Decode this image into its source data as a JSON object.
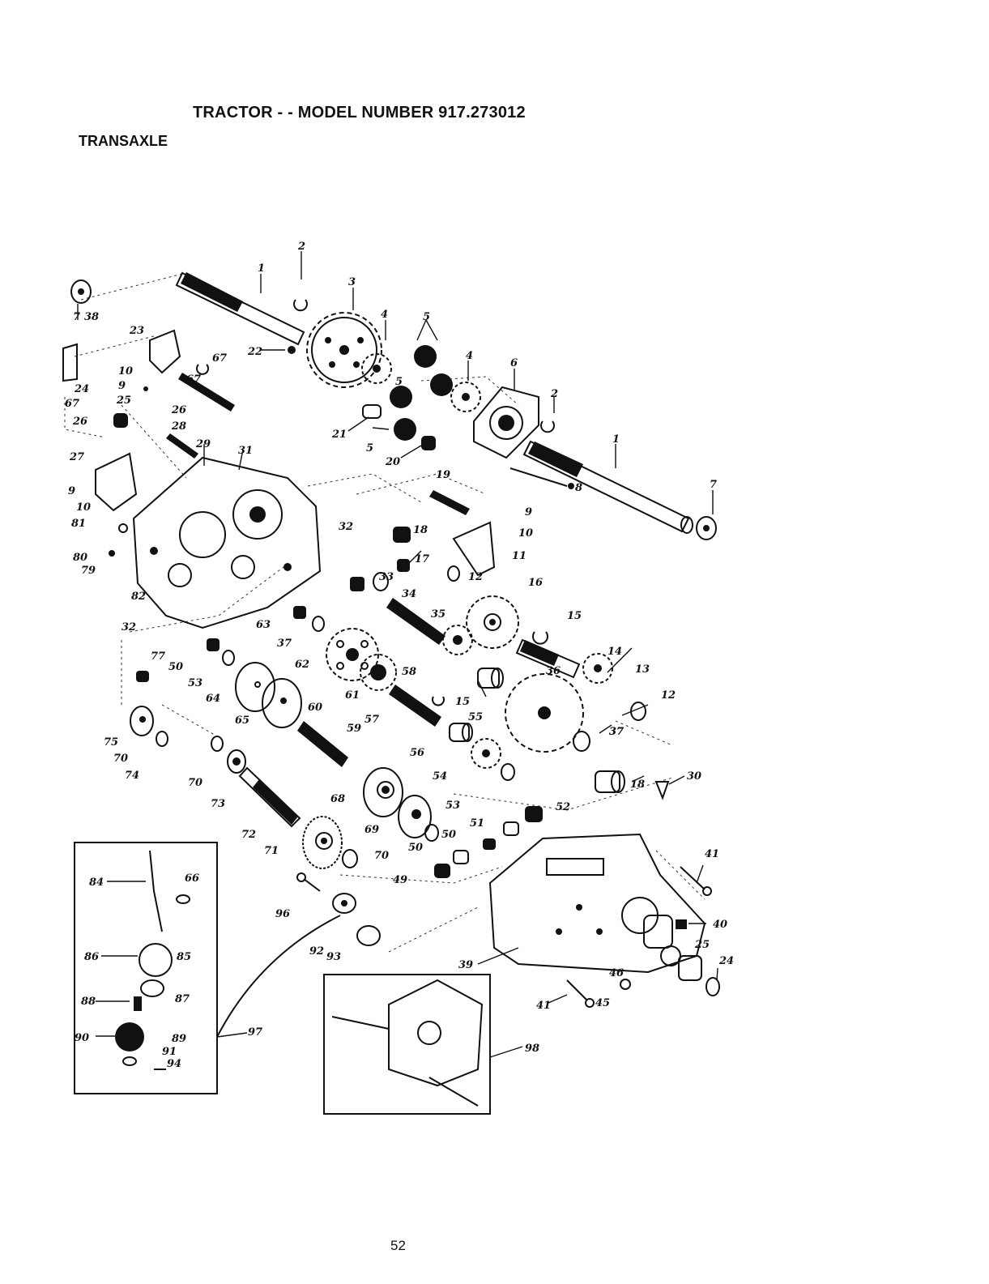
{
  "header": {
    "title": "TRACTOR - - MODEL NUMBER 917.273012",
    "section": "TRANSAXLE"
  },
  "footer": {
    "page_number": "52"
  },
  "callouts": [
    {
      "label": "1"
    },
    {
      "label": "2"
    },
    {
      "label": "3"
    },
    {
      "label": "4"
    },
    {
      "label": "5"
    },
    {
      "label": "5"
    },
    {
      "label": "4"
    },
    {
      "label": "6"
    },
    {
      "label": "2"
    },
    {
      "label": "1"
    },
    {
      "label": "7"
    },
    {
      "label": "7"
    },
    {
      "label": "38"
    },
    {
      "label": "23"
    },
    {
      "label": "10"
    },
    {
      "label": "9"
    },
    {
      "label": "24"
    },
    {
      "label": "67"
    },
    {
      "label": "25"
    },
    {
      "label": "26"
    },
    {
      "label": "67"
    },
    {
      "label": "26"
    },
    {
      "label": "28"
    },
    {
      "label": "29"
    },
    {
      "label": "27"
    },
    {
      "label": "9"
    },
    {
      "label": "10"
    },
    {
      "label": "81"
    },
    {
      "label": "80"
    },
    {
      "label": "79"
    },
    {
      "label": "82"
    },
    {
      "label": "32"
    },
    {
      "label": "31"
    },
    {
      "label": "22"
    },
    {
      "label": "67"
    },
    {
      "label": "21"
    },
    {
      "label": "5"
    },
    {
      "label": "20"
    },
    {
      "label": "19"
    },
    {
      "label": "8"
    },
    {
      "label": "9"
    },
    {
      "label": "10"
    },
    {
      "label": "11"
    },
    {
      "label": "18"
    },
    {
      "label": "17"
    },
    {
      "label": "32"
    },
    {
      "label": "33"
    },
    {
      "label": "34"
    },
    {
      "label": "35"
    },
    {
      "label": "12"
    },
    {
      "label": "16"
    },
    {
      "label": "15"
    },
    {
      "label": "14"
    },
    {
      "label": "13"
    },
    {
      "label": "12"
    },
    {
      "label": "36"
    },
    {
      "label": "37"
    },
    {
      "label": "63"
    },
    {
      "label": "37"
    },
    {
      "label": "62"
    },
    {
      "label": "77"
    },
    {
      "label": "50"
    },
    {
      "label": "53"
    },
    {
      "label": "64"
    },
    {
      "label": "65"
    },
    {
      "label": "61"
    },
    {
      "label": "60"
    },
    {
      "label": "58"
    },
    {
      "label": "15"
    },
    {
      "label": "57"
    },
    {
      "label": "59"
    },
    {
      "label": "55"
    },
    {
      "label": "37"
    },
    {
      "label": "56"
    },
    {
      "label": "54"
    },
    {
      "label": "18"
    },
    {
      "label": "30"
    },
    {
      "label": "75"
    },
    {
      "label": "70"
    },
    {
      "label": "74"
    },
    {
      "label": "70"
    },
    {
      "label": "73"
    },
    {
      "label": "72"
    },
    {
      "label": "71"
    },
    {
      "label": "68"
    },
    {
      "label": "69"
    },
    {
      "label": "53"
    },
    {
      "label": "51"
    },
    {
      "label": "52"
    },
    {
      "label": "50"
    },
    {
      "label": "50"
    },
    {
      "label": "70"
    },
    {
      "label": "49"
    },
    {
      "label": "41"
    },
    {
      "label": "40"
    },
    {
      "label": "25"
    },
    {
      "label": "24"
    },
    {
      "label": "46"
    },
    {
      "label": "45"
    },
    {
      "label": "41"
    },
    {
      "label": "39"
    },
    {
      "label": "96"
    },
    {
      "label": "92"
    },
    {
      "label": "93"
    },
    {
      "label": "84"
    },
    {
      "label": "66"
    },
    {
      "label": "86"
    },
    {
      "label": "85"
    },
    {
      "label": "87"
    },
    {
      "label": "88"
    },
    {
      "label": "89"
    },
    {
      "label": "90"
    },
    {
      "label": "91"
    },
    {
      "label": "94"
    },
    {
      "label": "97"
    },
    {
      "label": "98"
    }
  ]
}
